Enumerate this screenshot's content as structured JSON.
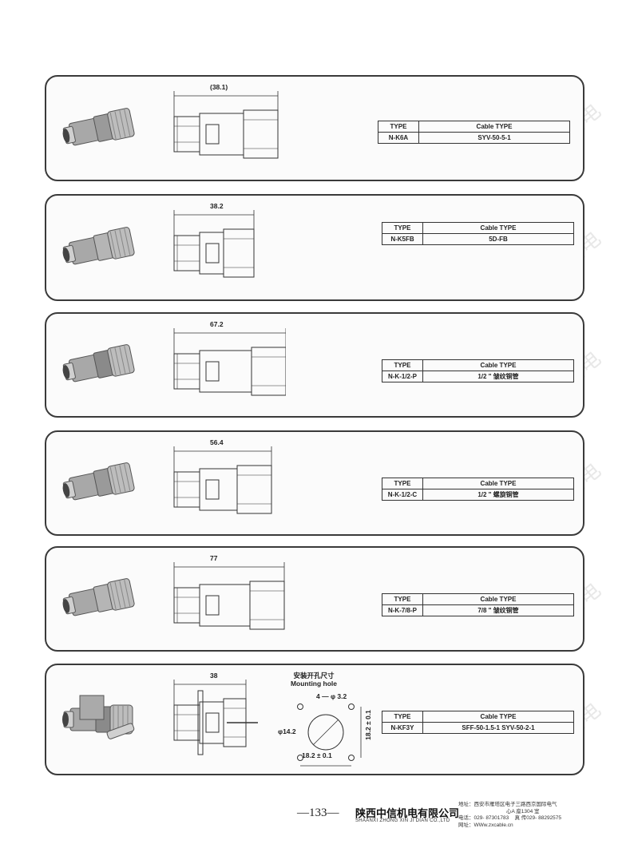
{
  "products": [
    {
      "dimension": "(38.1)",
      "type_label": "TYPE",
      "type": "N-K6A",
      "cable_label": "Cable TYPE",
      "cable": "SYV-50-5-1"
    },
    {
      "dimension": "38.2",
      "type_label": "TYPE",
      "type": "N-K5FB",
      "cable_label": "Cable TYPE",
      "cable": "5D-FB"
    },
    {
      "dimension": "67.2",
      "type_label": "TYPE",
      "type": "N-K-1/2-P",
      "cable_label": "Cable TYPE",
      "cable": "1/2 \" 皱纹铜管"
    },
    {
      "dimension": "56.4",
      "type_label": "TYPE",
      "type": "N-K-1/2-C",
      "cable_label": "Cable TYPE",
      "cable": "1/2 \" 螺旋铜管"
    },
    {
      "dimension": "77",
      "type_label": "TYPE",
      "type": "N-K-7/8-P",
      "cable_label": "Cable TYPE",
      "cable": "7/8 \" 皱纹铜管"
    },
    {
      "dimension": "38",
      "type_label": "TYPE",
      "type": "N-KF3Y",
      "cable_label": "Cable TYPE",
      "cable": "SFF-50-1.5-1  SYV-50-2-1"
    }
  ],
  "mounting": {
    "title_cn": "安装开孔尺寸",
    "title_en": "Mounting  hole",
    "holes": "4 — φ 3.2",
    "diameter": "φ14.2",
    "h_spacing": "18.2 ± 0.1",
    "v_spacing": "18.2 ± 0.1"
  },
  "watermark": "中信机电",
  "footer": {
    "page": "—133—",
    "company_cn": "陕西中信机电有限公司",
    "company_en": "SHAANXI ZHONG XIN JI DIAN CO.,LTD",
    "address": "地址：西安市雁塔区电子三路西京国际电气",
    "address2": "心A 座1304 室",
    "phone": "电话：029- 87301783",
    "fax": "真  传029- 88292575",
    "web": "网址：WWw.zxcable.cn"
  }
}
